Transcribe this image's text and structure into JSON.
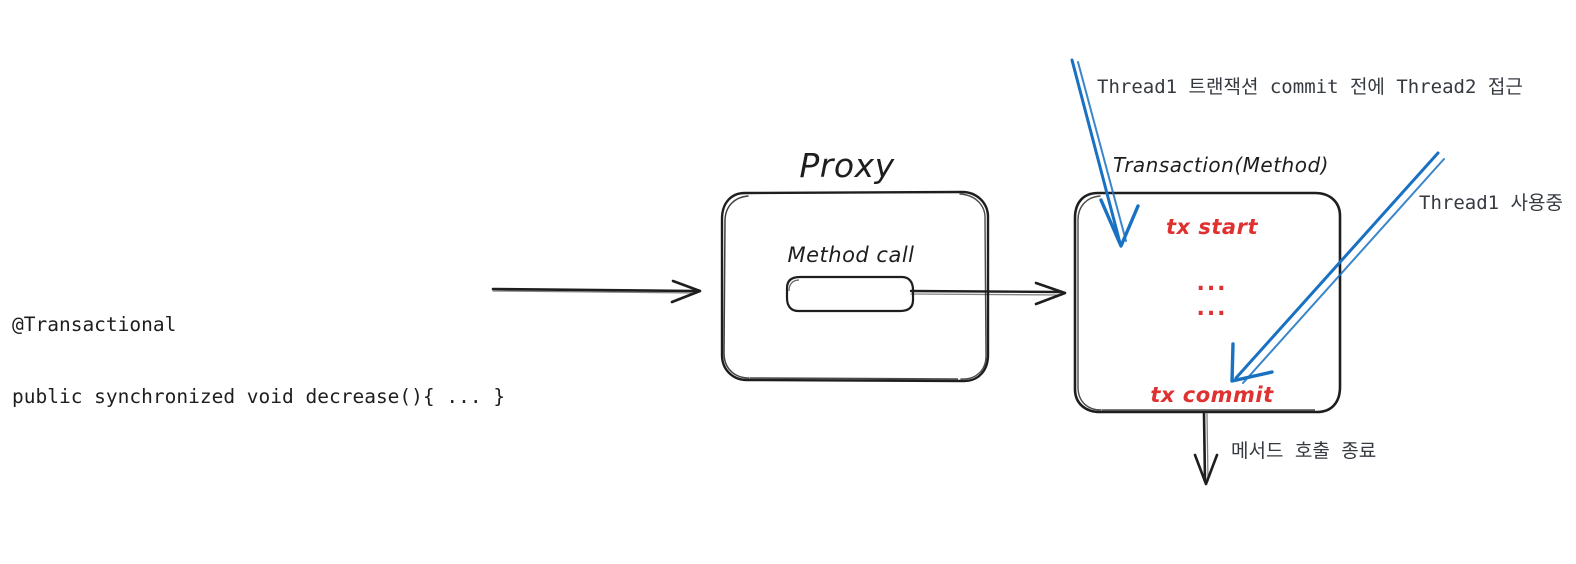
{
  "colors": {
    "ink": "#1e1e1e",
    "annotation_text": "#343a40",
    "red": "#e03131",
    "blue": "#1971c2",
    "background": "#ffffff"
  },
  "code_block": {
    "line1": "@Transactional",
    "line2": "public synchronized void decrease(){ ... }"
  },
  "proxy": {
    "title": "Proxy",
    "inner_label": "Method call"
  },
  "transaction": {
    "title": "Transaction(Method)",
    "tx_start": "tx start",
    "dots_1": "...",
    "dots_2": "...",
    "tx_commit": "tx commit"
  },
  "annotations": {
    "thread_access": "Thread1 트랜잭션 commit 전에 Thread2 접근",
    "thread_in_use": "Thread1 사용중",
    "method_end": "메서드 호출 종료"
  },
  "arrows": {
    "code_to_proxy": "arrow-code-to-proxy",
    "proxy_to_transaction": "arrow-proxy-to-transaction",
    "thread2_access": "blue-arrow-thread2-access",
    "thread1_in_use": "blue-arrow-thread1-in-use",
    "method_end": "arrow-method-call-end"
  }
}
